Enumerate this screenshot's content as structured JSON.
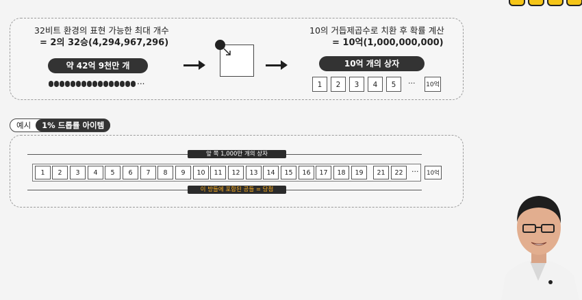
{
  "top": {
    "left_caption_line1": "32비트 환경의 표현 가능한 최대 개수",
    "left_caption_line2": "= 2의 32승(4,294,967,296)",
    "left_pill": "약 42억 9천만 개",
    "left_ellipsis": "...",
    "right_caption_line1": "10의 거듭제곱수로 치환 후 확률 계산",
    "right_caption_line2": "= 10억(1,000,000,000)",
    "right_pill": "10억 개의 상자",
    "right_boxes": [
      "1",
      "2",
      "3",
      "4",
      "5"
    ],
    "right_ellipsis": "...",
    "right_last_box": "10억"
  },
  "example": {
    "label": "예시",
    "title": "1% 드롭률 아이템"
  },
  "bottom": {
    "top_label": "앞 쪽 1,000만 개의 상자",
    "bottom_label": "이 방들에 포함된 공들 = 당첨",
    "boxes": [
      "1",
      "2",
      "3",
      "4",
      "5",
      "6",
      "7",
      "8",
      "9",
      "10",
      "11",
      "12",
      "13",
      "14",
      "15",
      "16",
      "17",
      "18",
      "19",
      "21",
      "22"
    ],
    "ellipsis": "...",
    "last_box": "10억"
  },
  "colors": {
    "dark_pill": "#333333",
    "highlight_text": "#ffb020",
    "logo_yellow": "#f5c518"
  }
}
